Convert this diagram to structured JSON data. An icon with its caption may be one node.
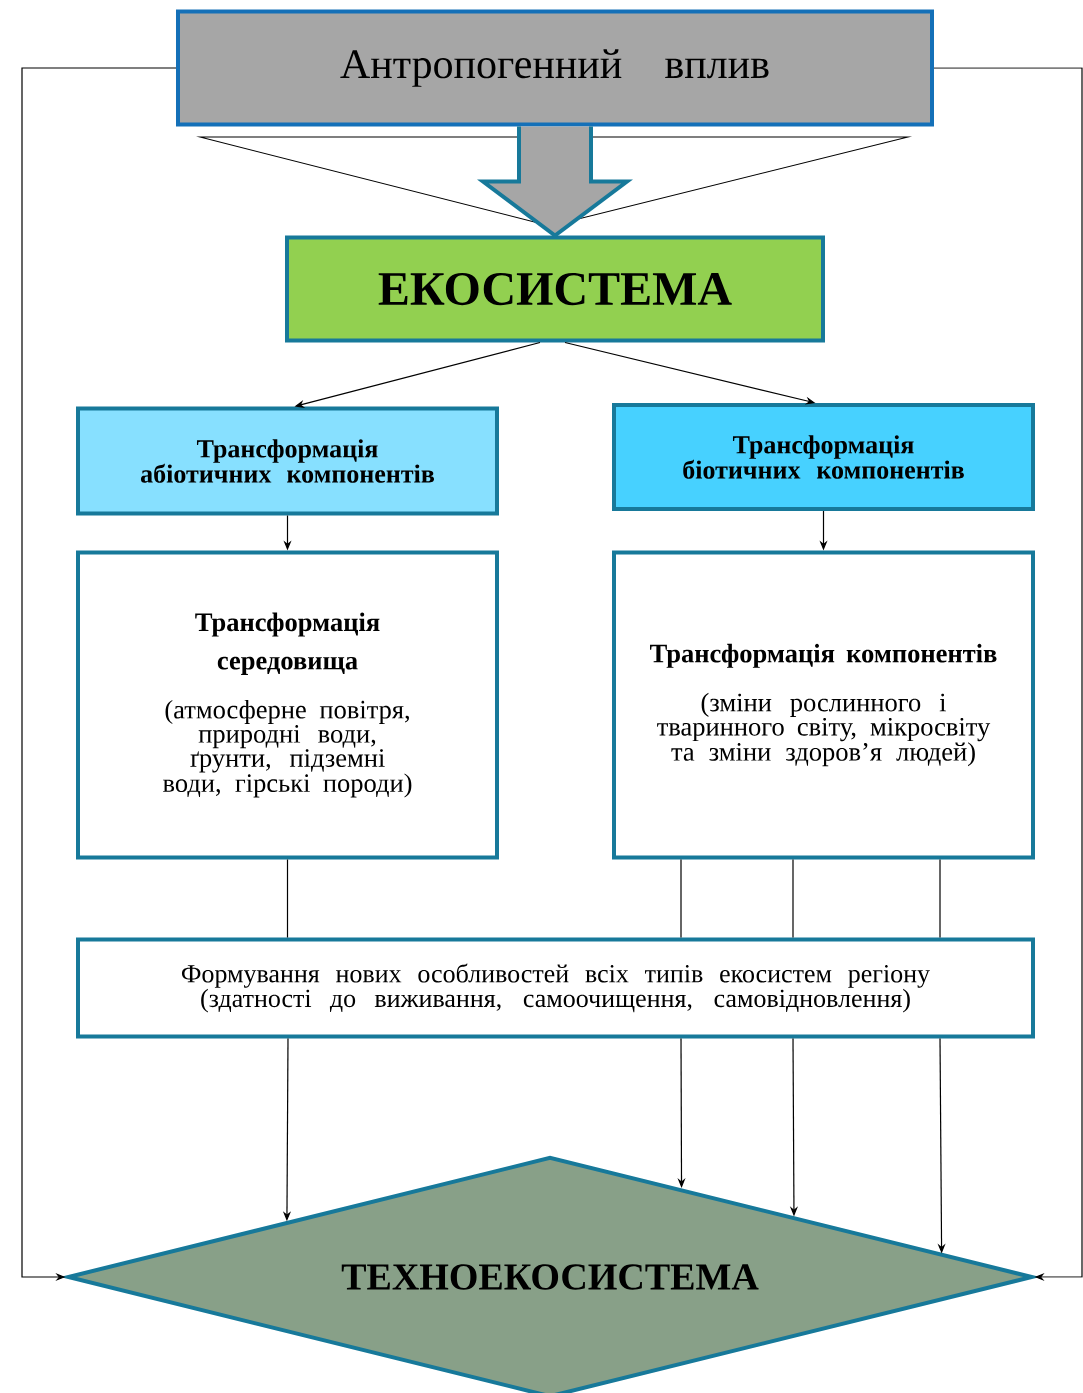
{
  "diagram": {
    "nodes": [
      {
        "text": [
          "Антропогенний вплив"
        ]
      },
      {
        "text": [
          "ЕКОСИСТЕМА"
        ]
      },
      {
        "text": [
          "Трансформація абіотичних компонентів"
        ]
      },
      {
        "text": [
          "Трансформація біотичних компонентів"
        ]
      },
      {
        "text": [
          "Трансформація середовища",
          "(атмосферне повітря, природні води, ґрунти, підземні води, гірські породи)"
        ]
      },
      {
        "text": [
          "Трансформація компонентів",
          "(зміни рослинного і тваринного світу, мікросвіту та зміни здоров’я людей)"
        ]
      },
      {
        "text": [
          "Формування нових особливостей всіх типів екосистем регіону (здатності  до виживання, самоочищення, самовідновлення)"
        ]
      },
      {
        "text": [
          "ТЕХНОЕКОСИСТЕМА"
        ]
      }
    ],
    "edges": [
      {
        "from": 0,
        "to": 1,
        "arrow": "to",
        "style": "thick"
      },
      {
        "from": 1,
        "to": 2,
        "arrow": "to"
      },
      {
        "from": 1,
        "to": 3,
        "arrow": "to"
      },
      {
        "from": 2,
        "to": 4,
        "arrow": "to"
      },
      {
        "from": 3,
        "to": 5,
        "arrow": "to"
      },
      {
        "from": 4,
        "to": 6,
        "arrow": "none"
      },
      {
        "from": 5,
        "to": 6,
        "arrow": "none"
      },
      {
        "from": 5,
        "to": 6,
        "arrow": "none"
      },
      {
        "from": 5,
        "to": 6,
        "arrow": "none"
      },
      {
        "from": 6,
        "to": 7,
        "arrow": "to"
      },
      {
        "from": 6,
        "to": 7,
        "arrow": "to"
      },
      {
        "from": 6,
        "to": 7,
        "arrow": "to"
      },
      {
        "from": 6,
        "to": 7,
        "arrow": "to"
      },
      {
        "from": 0,
        "to": 7,
        "arrow": "to"
      },
      {
        "from": 0,
        "to": 7,
        "arrow": "to"
      }
    ]
  }
}
